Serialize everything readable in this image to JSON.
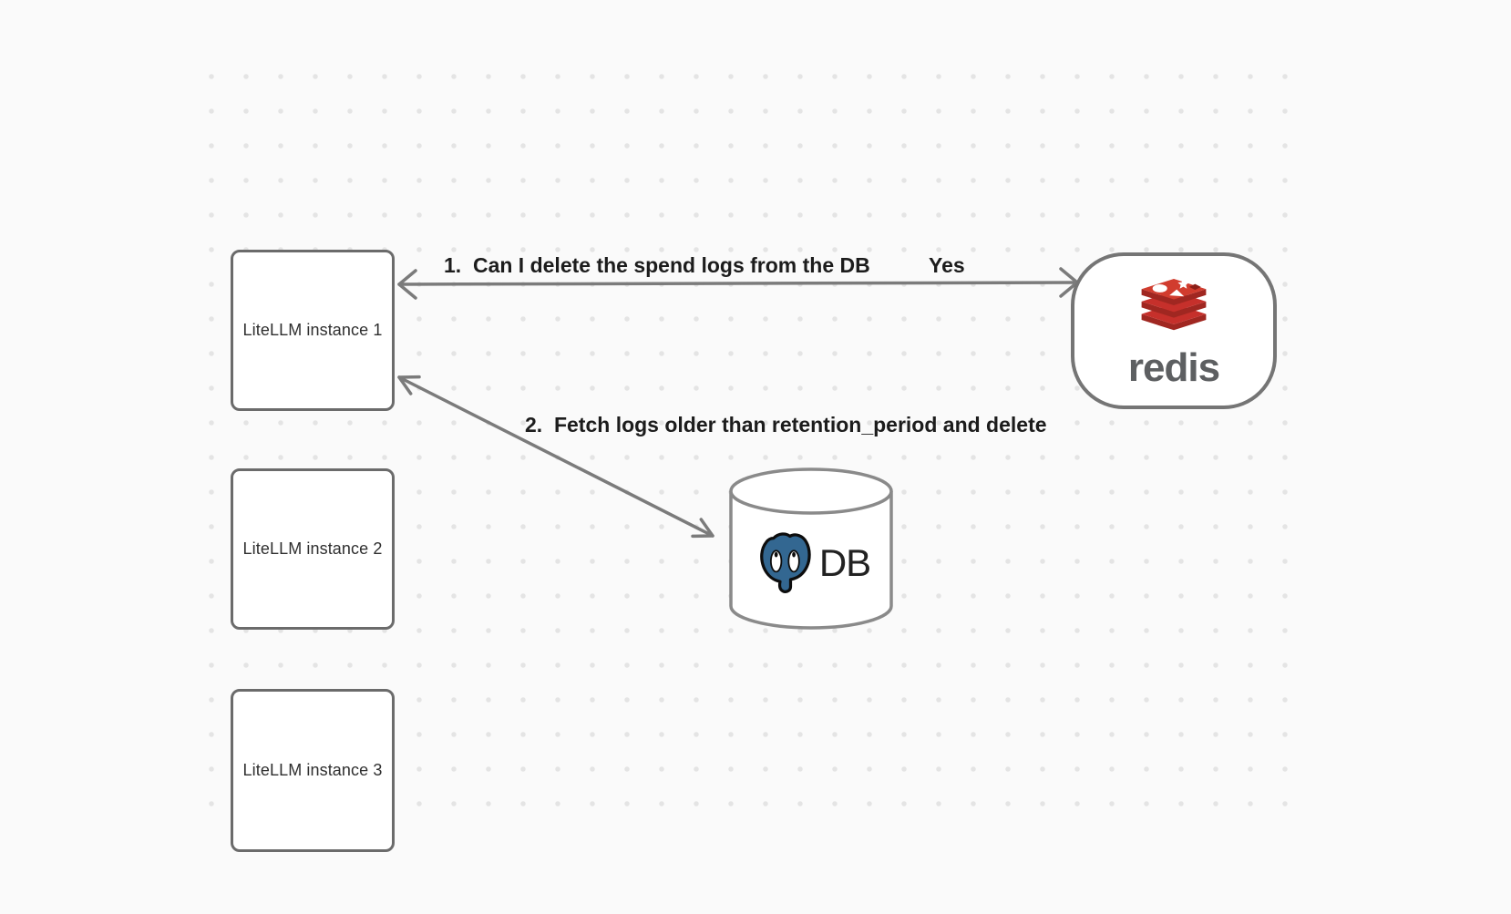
{
  "diagram": {
    "nodes": {
      "instance1": {
        "label": "LiteLLM instance 1"
      },
      "instance2": {
        "label": "LiteLLM instance 2"
      },
      "instance3": {
        "label": "LiteLLM instance 3"
      },
      "redis": {
        "wordmark": "redis",
        "icon": "redis-logo-icon"
      },
      "db": {
        "label": "DB",
        "icon": "postgresql-logo-icon",
        "shape": "cylinder"
      }
    },
    "edges": {
      "edge1": {
        "from": "instance1",
        "to": "redis",
        "label": "1.  Can I delete the spend logs from the DB",
        "response": "Yes",
        "direction": "bidirectional"
      },
      "edge2": {
        "from": "instance1",
        "to": "db",
        "label": "2.  Fetch logs older than retention_period and delete",
        "direction": "bidirectional"
      }
    },
    "colors": {
      "background": "#fafafa",
      "dot_grid": "#e4e4e4",
      "node_border": "#6b6b6b",
      "edge_stroke": "#7b7b7b",
      "label_text": "#1c1c1c",
      "redis_red": "#c6302b",
      "redis_red_light": "#d13c2e",
      "redis_red_dark": "#a02721",
      "redis_gray": "#5d5f61",
      "postgres_blue": "#336791"
    }
  }
}
